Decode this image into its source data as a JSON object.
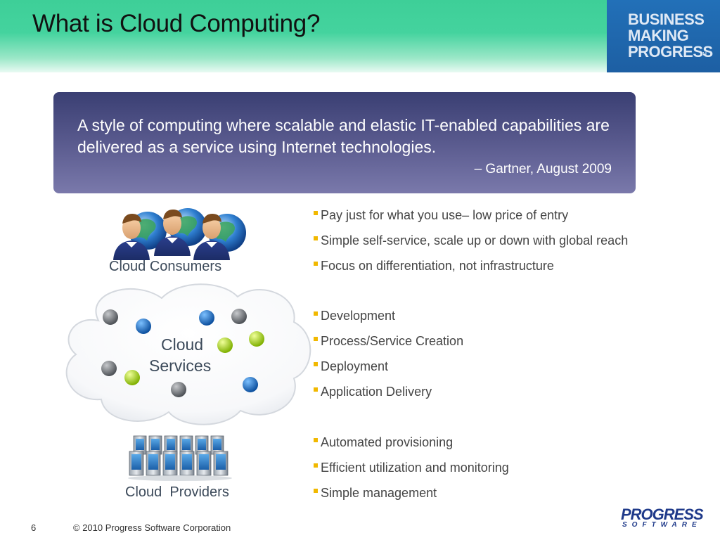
{
  "slide": {
    "title": "What is Cloud Computing?",
    "slide_number": "6",
    "copyright": "© 2010 Progress Software Corporation"
  },
  "branding": {
    "tagline_lines": [
      "BUSINESS",
      "MAKING",
      "PROGRESS"
    ],
    "tagline_tm": "TM",
    "logo_word": "PROGRESS",
    "logo_sub": "SOFTWARE"
  },
  "quote": {
    "text": "A style of computing where scalable and elastic IT-enabled capabilities are delivered as a service using Internet technologies.",
    "attribution": "– Gartner, August 2009"
  },
  "diagram": {
    "consumers_label": "Cloud Consumers",
    "services_label_line1": "Cloud",
    "services_label_line2": "Services",
    "providers_label": "Cloud  Providers"
  },
  "bullet_groups": [
    [
      "Pay just for what you use– low price of entry",
      "Simple self-service, scale up or down with global reach",
      "Focus on differentiation, not infrastructure"
    ],
    [
      "Development",
      "Process/Service Creation",
      "Deployment",
      "Application Delivery"
    ],
    [
      "Automated provisioning",
      "Efficient utilization and monitoring",
      "Simple management"
    ]
  ],
  "colors": {
    "header_green": "#44d39e",
    "brand_blue": "#1d5fa3",
    "quote_box": "#56578b",
    "bullet_marker": "#f1b800"
  },
  "icons": {
    "consumers": "person-with-globe-icon",
    "providers": "server-rack-icon"
  }
}
